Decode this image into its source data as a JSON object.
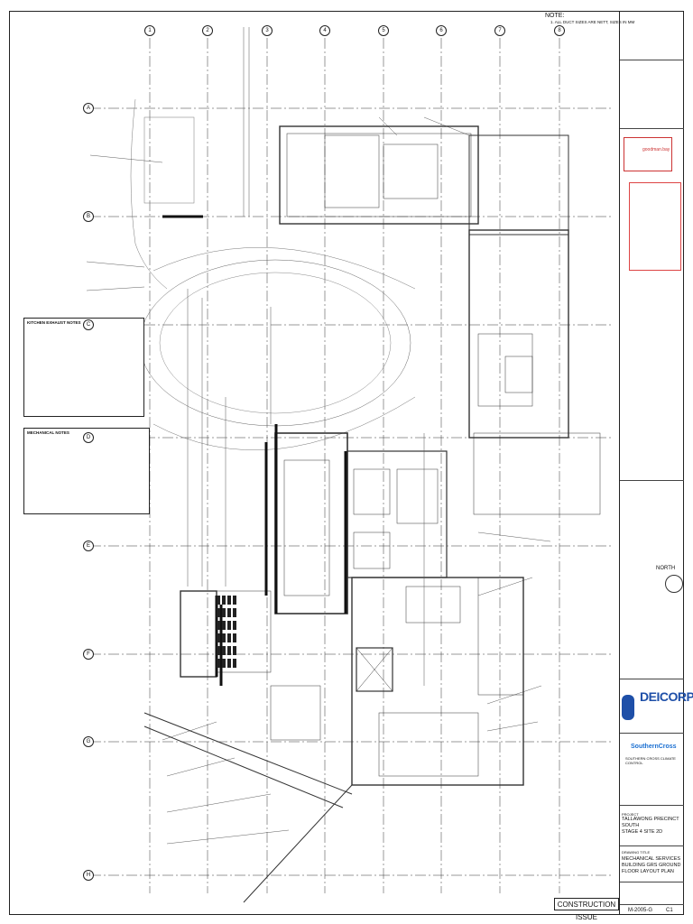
{
  "note": {
    "title": "NOTE:",
    "lines": [
      "1.   ALL DUCT SIZES ARE NETT, SIZES IN MM"
    ]
  },
  "title_block": {
    "client_logo": "DEICORP",
    "contractor": "SouthernCross",
    "contractor_sub": "SOUTHERN CROSS CLIMATE CONTROL",
    "goodman": "goodman.bay",
    "north": "NORTH",
    "project_label": "PROJECT",
    "project_lines": [
      "TALLAWONG PRECINCT SOUTH",
      "STAGE 4 SITE 2D"
    ],
    "drawing_label": "DRAWING TITLE",
    "drawing_lines": [
      "MECHANICAL SERVICES",
      "BUILDING GRS",
      "GROUND FLOOR LAYOUT PLAN"
    ],
    "drawing_no": "M-2005-G",
    "revision": "C1"
  },
  "status": "CONSTRUCTION ISSUE",
  "grid": {
    "columns": [
      "1",
      "2",
      "3",
      "4",
      "5",
      "6",
      "7",
      "8"
    ],
    "rows": [
      "A",
      "B",
      "C",
      "D",
      "E",
      "F",
      "G",
      "H"
    ]
  },
  "legends": [
    {
      "heading": "KITCHEN EXHAUST NOTES",
      "lines": [
        "—",
        "—",
        "—",
        "—",
        "—",
        "—"
      ]
    },
    {
      "heading": "MECHANICAL NOTES",
      "lines": [
        "—",
        "—",
        "—",
        "—",
        "—",
        "—"
      ]
    }
  ],
  "colors": {
    "line": "#222222",
    "red": "#cc3333",
    "blue": "#1e4fa8"
  }
}
